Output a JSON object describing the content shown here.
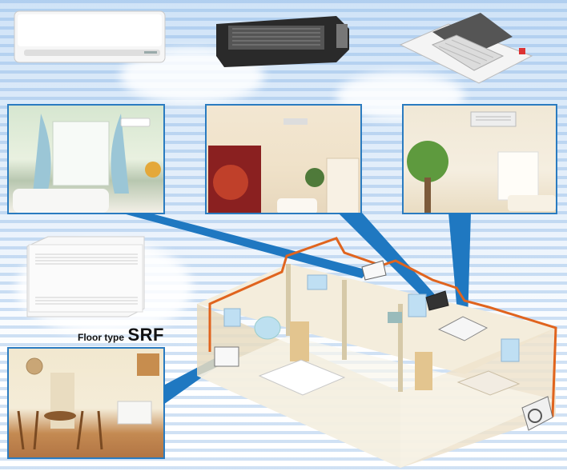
{
  "floor_unit": {
    "type_label": "Floor type",
    "model_label": "SRF"
  },
  "colors": {
    "frame_blue": "#2a7bc0",
    "pipe_orange": "#e0641e",
    "house_wall": "#f2ead8",
    "beam_blue": "#1f78c1"
  },
  "icons": [
    "wall-mounted-unit",
    "ducted-unit",
    "ceiling-cassette-unit",
    "floor-standing-unit",
    "outdoor-unit"
  ]
}
